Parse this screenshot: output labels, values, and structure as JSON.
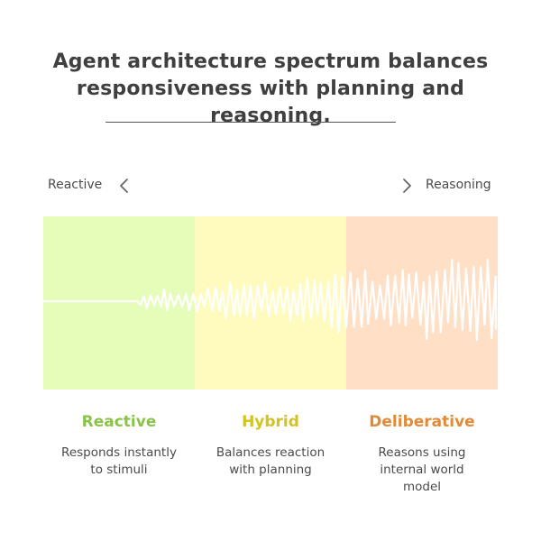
{
  "title": "Agent architecture spectrum balances responsiveness with planning and reasoning.",
  "axis": {
    "left_label": "Reactive",
    "right_label": "Reasoning",
    "left_icon": "chevron-left-icon",
    "right_icon": "chevron-right-icon"
  },
  "bands": [
    {
      "name": "Reactive",
      "description": "Responds instantly to stimuli",
      "color": "#e6fdb9",
      "title_color": "#8bc34a"
    },
    {
      "name": "Hybrid",
      "description": "Balances reaction with planning",
      "color": "#fffbbf",
      "title_color": "#d4c21e"
    },
    {
      "name": "Deliberative",
      "description": "Reasons using internal world model",
      "color": "#ffe0c7",
      "title_color": "#e08a3a"
    }
  ],
  "colors": {
    "wave": "#ffffff",
    "underline": "#555555",
    "text": "#444444"
  }
}
